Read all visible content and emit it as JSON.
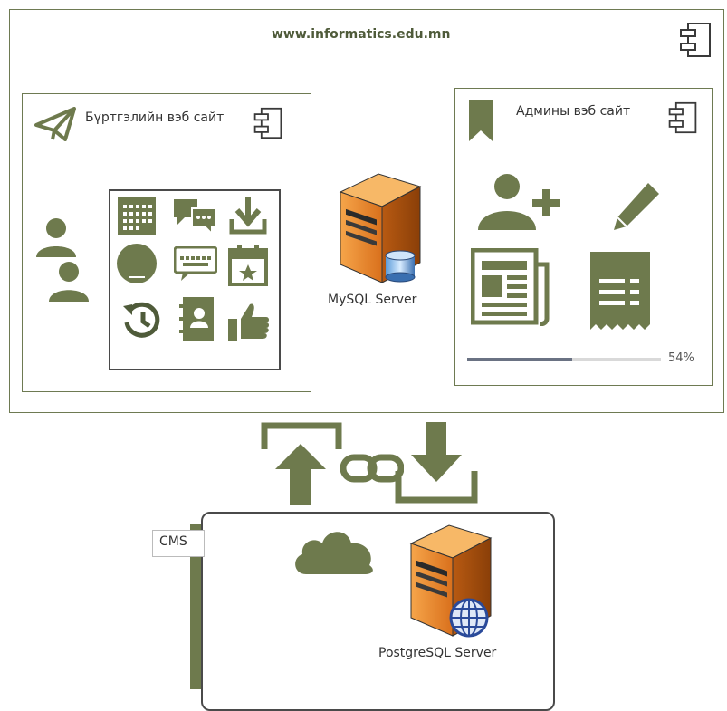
{
  "site": {
    "title": "www.informatics.edu.mn"
  },
  "registration": {
    "title": "Бүртгэлийн вэб сайт"
  },
  "admin": {
    "title": "Админы вэб сайт",
    "progress_value": 54,
    "progress_label": "54%"
  },
  "mysql": {
    "label": "MySQL Server"
  },
  "cms": {
    "label": "CMS"
  },
  "postgres": {
    "label": "PostgreSQL Server"
  },
  "colors": {
    "icon": "#6e7a4d",
    "border": "#6e7a52",
    "server_orange": "#e8862a",
    "progress": "#6a7283"
  }
}
